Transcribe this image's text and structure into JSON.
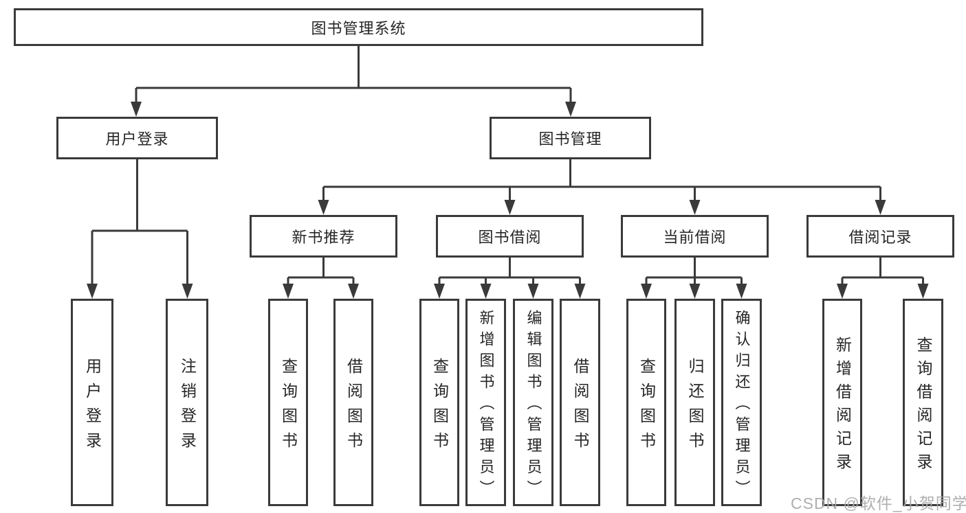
{
  "diagram": {
    "type": "hierarchy-tree",
    "title": "图书管理系统",
    "background": "#ffffff"
  },
  "colors": {
    "line": "#3a3a3a",
    "box_border": "#3a3a3a",
    "box_bg": "#ffffff",
    "text": "#262626",
    "watermark": "#a8a8a8"
  },
  "nodes": {
    "root": {
      "label": "图书管理系统"
    },
    "user_login": {
      "label": "用户登录"
    },
    "book_mgmt": {
      "label": "图书管理"
    },
    "new_book": {
      "label": "新书推荐"
    },
    "book_borrow": {
      "label": "图书借阅"
    },
    "current_borrow": {
      "label": "当前借阅"
    },
    "borrow_records": {
      "label": "借阅记录"
    },
    "login": {
      "label": "用户登录"
    },
    "logout": {
      "label": "注销登录"
    },
    "nb_query": {
      "label": "查询图书"
    },
    "nb_borrow": {
      "label": "借阅图书"
    },
    "bb_query": {
      "label": "查询图书"
    },
    "bb_add": {
      "label": "新增图书（管理员）"
    },
    "bb_edit": {
      "label": "编辑图书（管理员）"
    },
    "bb_borrow": {
      "label": "借阅图书"
    },
    "cb_query": {
      "label": "查询图书"
    },
    "cb_return": {
      "label": "归还图书"
    },
    "cb_confirm": {
      "label": "确认归还（管理员）"
    },
    "br_add": {
      "label": "新增借阅记录"
    },
    "br_query": {
      "label": "查询借阅记录"
    }
  },
  "hierarchy": {
    "root": "root",
    "edges": {
      "root": [
        "user_login",
        "book_mgmt"
      ],
      "user_login": [
        "login",
        "logout"
      ],
      "book_mgmt": [
        "new_book",
        "book_borrow",
        "current_borrow",
        "borrow_records"
      ],
      "new_book": [
        "nb_query",
        "nb_borrow"
      ],
      "book_borrow": [
        "bb_query",
        "bb_add",
        "bb_edit",
        "bb_borrow"
      ],
      "current_borrow": [
        "cb_query",
        "cb_return",
        "cb_confirm"
      ],
      "borrow_records": [
        "br_add",
        "br_query"
      ]
    }
  },
  "watermark": {
    "text": "CSDN @软件_小贺同学"
  }
}
